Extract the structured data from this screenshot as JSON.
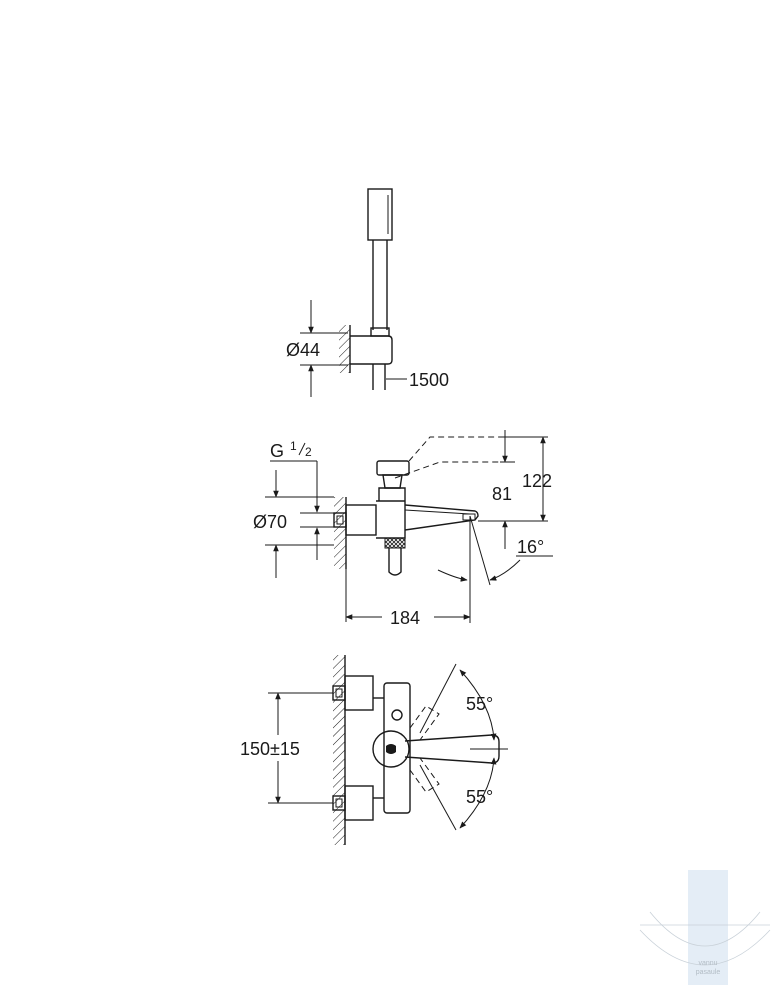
{
  "dimensions": {
    "handshower_holder_diameter": "Ø44",
    "hose_length": "1500",
    "thread": "G",
    "thread_num": "1",
    "thread_den": "2",
    "rosette_diameter": "Ø70",
    "spout_height": "81",
    "total_height": "122",
    "spout_angle": "16°",
    "projection": "184",
    "centre_distance": "150±15",
    "lever_angle_up": "55°",
    "lever_angle_down": "55°"
  },
  "watermark": {
    "line1": "vannu",
    "line2": "pasaule"
  },
  "colors": {
    "line": "#1a1a1a",
    "watermark_bar": "#dbe7f3"
  }
}
